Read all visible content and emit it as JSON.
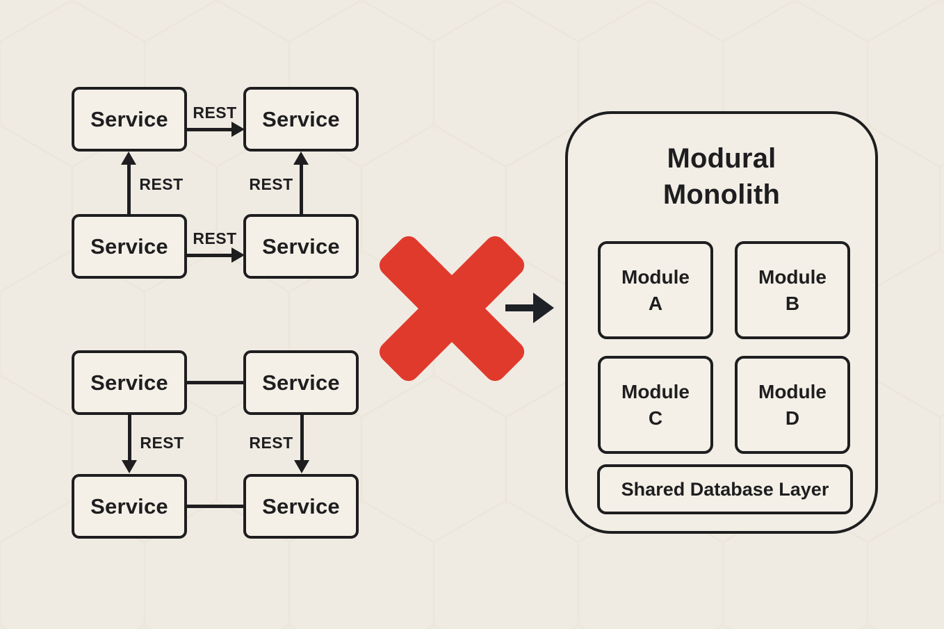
{
  "colors": {
    "background": "#f0ebe2",
    "surface": "#f4f0e7",
    "ink": "#1e1e20",
    "cross_red": "#e03a2d"
  },
  "microservices": {
    "top_cluster": {
      "services": [
        "Service",
        "Service",
        "Service",
        "Service"
      ],
      "rest_labels": [
        "REST",
        "REST",
        "REST",
        "REST"
      ]
    },
    "bottom_cluster": {
      "services": [
        "Service",
        "Service",
        "Service",
        "Service"
      ],
      "rest_labels": [
        "REST",
        "REST"
      ]
    }
  },
  "transition": {
    "cross_icon": "red-x-rejection",
    "arrow_icon": "right-arrow"
  },
  "monolith": {
    "title_line1": "Modural",
    "title_line2": "Monolith",
    "modules": [
      {
        "word": "Module",
        "letter": "A"
      },
      {
        "word": "Module",
        "letter": "B"
      },
      {
        "word": "Module",
        "letter": "C"
      },
      {
        "word": "Module",
        "letter": "D"
      }
    ],
    "shared_layer_label": "Shared Database Layer"
  }
}
